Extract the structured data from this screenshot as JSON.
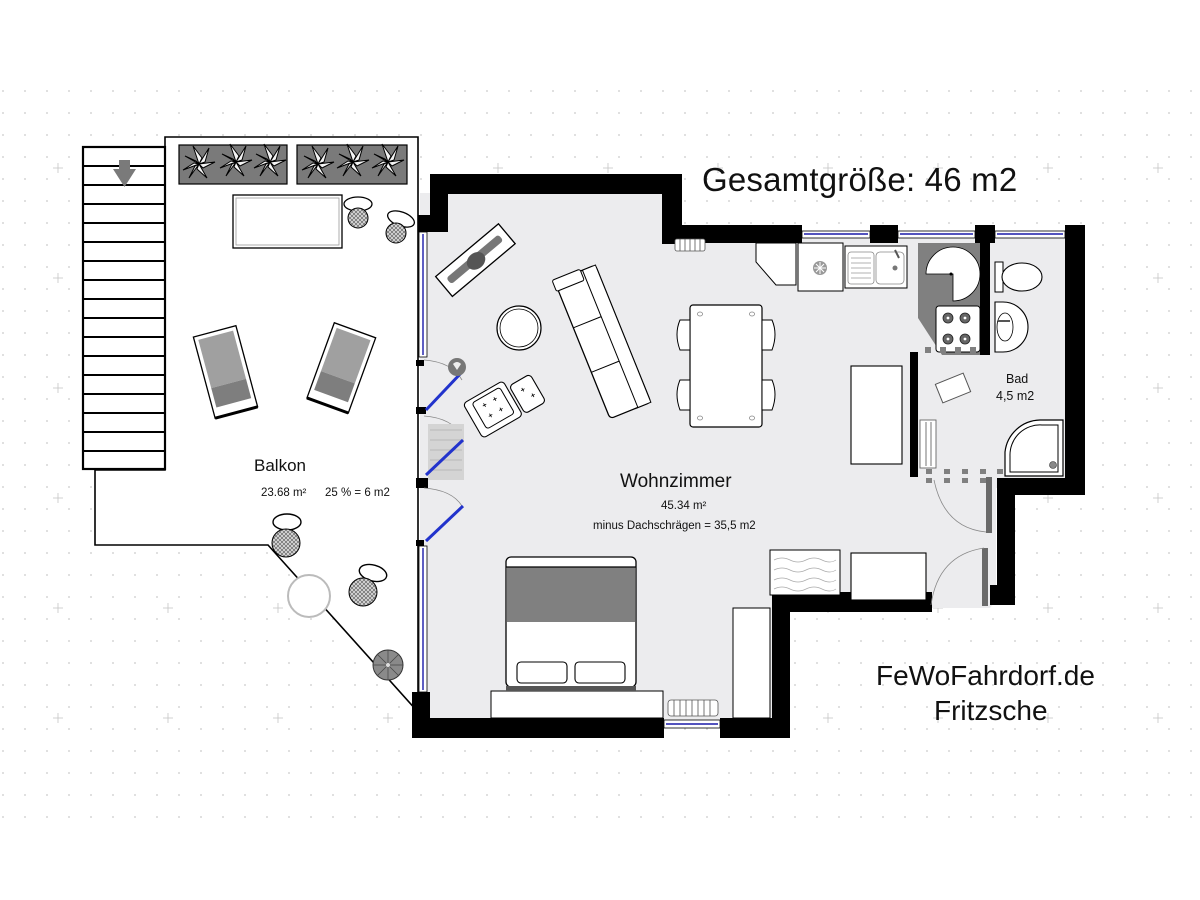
{
  "header": {
    "title": "Gesamtgröße:  46 m2"
  },
  "rooms": {
    "balkon": {
      "name": "Balkon",
      "area": "23.68 m²",
      "note": "25 % = 6 m2"
    },
    "wohnzimmer": {
      "name": "Wohnzimmer",
      "area": "45.34 m²",
      "note": "minus Dachschrägen = 35,5 m2"
    },
    "bad": {
      "name": "Bad",
      "area": "4,5 m2"
    }
  },
  "footer": {
    "website": "FeWoFahrdorf.de",
    "owner": "Fritzsche"
  },
  "icons": {
    "stairs": "stairs-down-arrow-icon",
    "plants": "plant-box-icon",
    "window": "window-icon",
    "radiator": "radiator-icon",
    "door": "door-swing-icon"
  },
  "colors": {
    "wall": "#000000",
    "floor_interior": "#ececee",
    "floor_balcony": "#ffffff",
    "window_glass": "#1a1aa8",
    "door_leaf": "#2233cc",
    "furniture_fill": "#ffffff",
    "furniture_dark": "#808080",
    "grid_dot": "#c8c8c8"
  }
}
